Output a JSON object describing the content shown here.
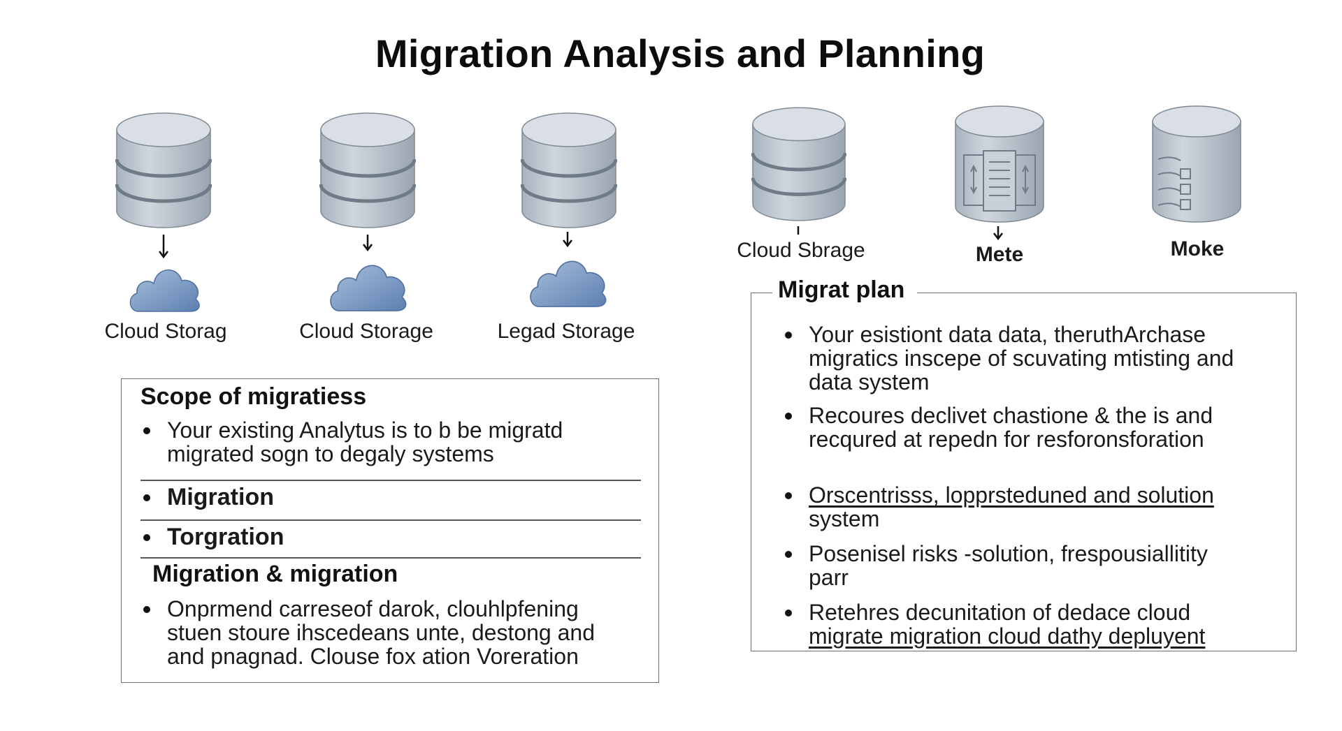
{
  "title": "Migration Analysis and Planning",
  "colors": {
    "cylinder_body": "#b9c2cc",
    "cylinder_top": "#d7dde3",
    "cylinder_band": "#6f7b87",
    "cloud": "#7a98c2",
    "border": "#6d6d6d"
  },
  "sources": [
    {
      "label": "Cloud Storag",
      "icon": "database-icon"
    },
    {
      "label": "Cloud Storage",
      "icon": "database-icon"
    },
    {
      "label": "Legad Storage",
      "icon": "database-icon"
    }
  ],
  "targets": [
    {
      "label": "Cloud Sbrage",
      "icon": "database-icon"
    },
    {
      "label": "Mete",
      "icon": "database-panel-icon"
    },
    {
      "label": "Moke",
      "icon": "database-list-icon"
    }
  ],
  "scope_box": {
    "heading": "Scope of migratiess",
    "bullet1": "Your existing Analytus is to b be migratd migrated sogn to degaly systems",
    "bullet2": "Migration",
    "bullet3": "Torgration",
    "subheading": "Migration & migration",
    "bullet4": "Onprmend carreseof darok, clouhlpfening stuen stoure ihscedeans unte, destong and and pnagnad. Clouse fox ation Voreration"
  },
  "plan_box": {
    "heading": "Migrat plan",
    "bullets": [
      "Your esistiont data data, theruthArchase migratics inscepe of scuvating mtisting and data system",
      "Recoures declivet chastione & the is and recqured at repedn for resforonsforation",
      "Orscentrisss, lopprsteduned and solution",
      "system",
      "Posenisel risks -solution, frespousiallitity parr",
      "Retehres decunitation of dedace cloud",
      "migrate migration cloud dathy depluyent"
    ]
  }
}
